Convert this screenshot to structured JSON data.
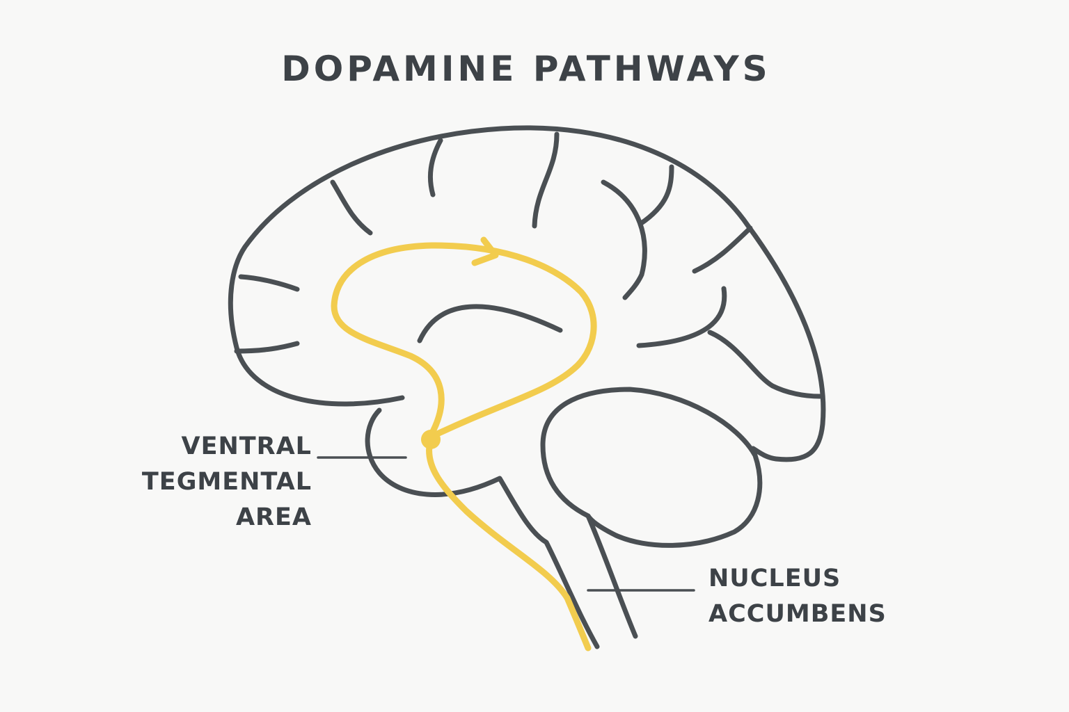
{
  "title": "DOPAMINE PATHWAYS",
  "labels": {
    "vta": [
      "VENTRAL",
      "TEGMENTAL",
      "AREA"
    ],
    "nucleus_accumbens": [
      "NUCLEUS",
      "ACCUMBENS"
    ]
  },
  "colors": {
    "outline": "#4a4f53",
    "pathway": "#f2cc4e",
    "text": "#3d4247",
    "background": "#f8f8f7"
  }
}
